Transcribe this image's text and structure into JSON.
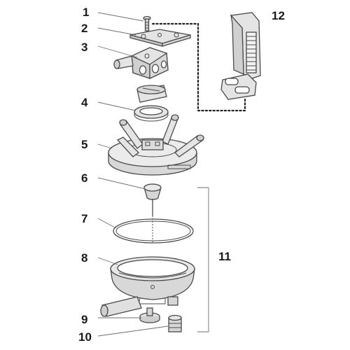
{
  "callouts": {
    "c1": "1",
    "c2": "2",
    "c3": "3",
    "c4": "4",
    "c5": "5",
    "c6": "6",
    "c7": "7",
    "c8": "8",
    "c9": "9",
    "c10": "10",
    "c11": "11",
    "c12": "12"
  },
  "colors": {
    "fill": "#e4e4e4",
    "fill_dark": "#c8c8c8",
    "outline": "#4a4a4a",
    "text": "#1a1a1a"
  }
}
